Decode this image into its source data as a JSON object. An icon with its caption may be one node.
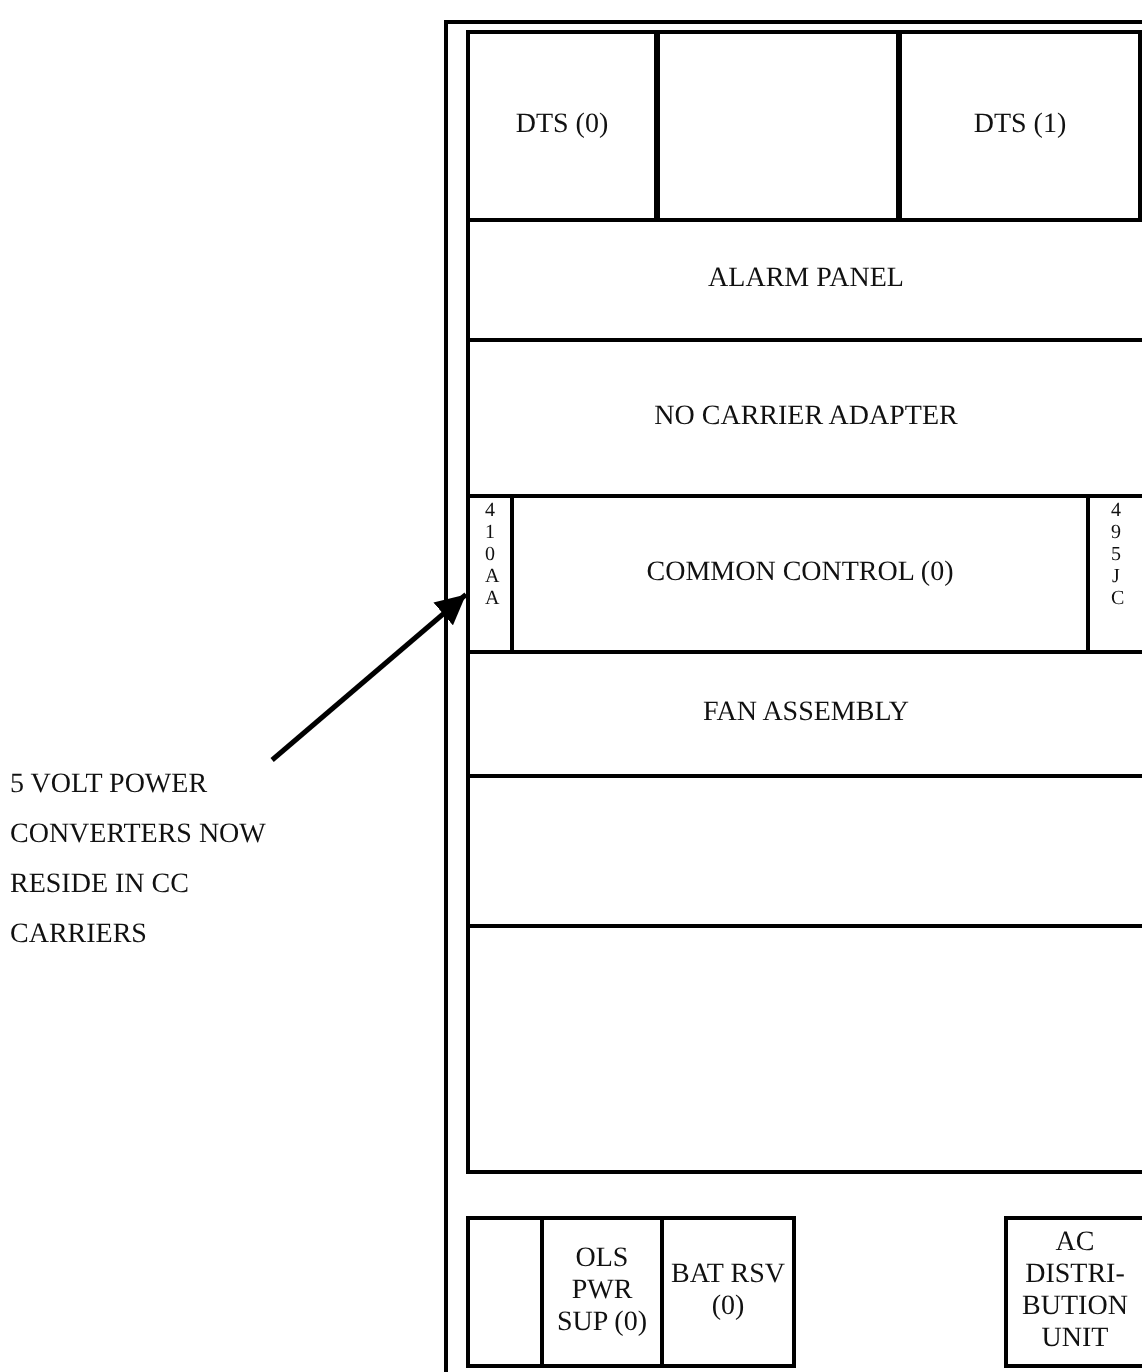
{
  "diagram": {
    "nodes": [
      {
        "text": [
          "DTS (0)"
        ]
      },
      {
        "text": [],
        "shape": "box"
      },
      {
        "text": [
          "DTS (1)"
        ]
      },
      {
        "text": [
          "ALARM PANEL"
        ]
      },
      {
        "text": [
          "NO CARRIER ADAPTER"
        ]
      },
      {
        "text": [
          "410AA"
        ]
      },
      {
        "text": [
          "COMMON CONTROL (0)"
        ]
      },
      {
        "text": [
          "495JC"
        ]
      },
      {
        "text": [
          "FAN ASSEMBLY"
        ]
      },
      {
        "text": [],
        "shape": "box"
      },
      {
        "text": [],
        "shape": "box"
      },
      {
        "text": [],
        "shape": "box"
      },
      {
        "text": [
          "OLS PWR SUP (0)"
        ]
      },
      {
        "text": [
          "BAT RSV (0)"
        ]
      },
      {
        "text": [
          "AC DISTRI- BUTION UNIT"
        ]
      },
      {
        "text": [
          "5 VOLT POWER CONVERTERS NOW RESIDE IN CC CARRIERS"
        ]
      }
    ],
    "edges": [
      {
        "from": 15,
        "to": 5,
        "arrow": "to"
      }
    ]
  }
}
